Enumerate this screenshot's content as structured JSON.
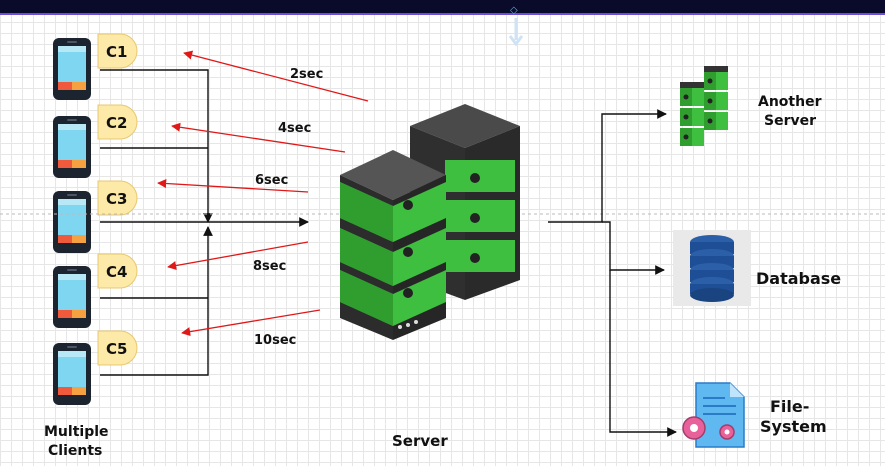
{
  "clients": [
    {
      "label": "C1"
    },
    {
      "label": "C2"
    },
    {
      "label": "C3"
    },
    {
      "label": "C4"
    },
    {
      "label": "C5"
    }
  ],
  "intervals": [
    "2sec",
    "4sec",
    "6sec",
    "8sec",
    "10sec"
  ],
  "labels": {
    "clients_line1": "Multiple",
    "clients_line2": "Clients",
    "server": "Server",
    "another_server_line1": "Another",
    "another_server_line2": "Server",
    "database": "Database",
    "filesystem_line1": "File-",
    "filesystem_line2": "System"
  },
  "colors": {
    "accent_green": "#3fbf3f",
    "arrow_red": "#e01818",
    "client_badge": "#fde9a8"
  }
}
